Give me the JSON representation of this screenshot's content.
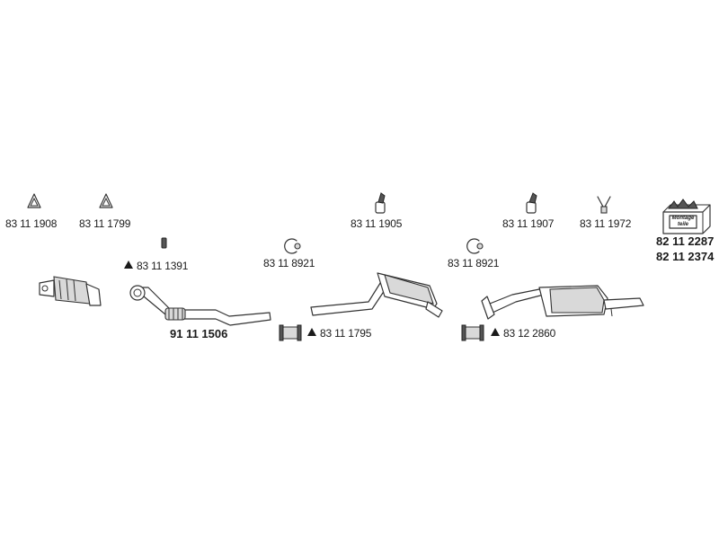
{
  "parts": {
    "flange_ring_1": "83 11 1908",
    "flange_ring_2": "83 11 1799",
    "bracket_1": "83 11 1905",
    "bracket_2": "83 11 1907",
    "hanger": "83 11 1972",
    "rubber_mount": "83 11 1391",
    "clamp_front": "83 11 8921",
    "clamp_rear": "83 11 8921",
    "pipe_clamp_front": "83 11 1795",
    "pipe_clamp_rear": "83 12 2860",
    "front_pipe": "91 11 1506",
    "mounting_kit_1": "82 11 2287",
    "mounting_kit_2": "82 11 2374"
  },
  "mounting_box": {
    "line1": "Montage",
    "line2": "teile"
  },
  "icons": [
    "flange-ring-icon",
    "bracket-icon",
    "hanger-icon",
    "rubber-mount-icon",
    "clamp-icon",
    "pipe-clamp-icon",
    "warning-triangle-icon",
    "mounting-kit-box-icon"
  ]
}
